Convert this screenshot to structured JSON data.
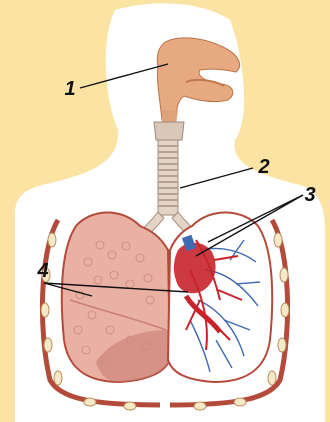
{
  "diagram": {
    "labels": [
      {
        "id": "1",
        "text": "1"
      },
      {
        "id": "2",
        "text": "2"
      },
      {
        "id": "3",
        "text": "3"
      },
      {
        "id": "4",
        "text": "4"
      }
    ],
    "colors": {
      "background_silhouette": "#FBE3A4",
      "body_interior": "#FFFFFF",
      "lung_tissue": "#E9B0A4",
      "lung_shadow": "#C97F73",
      "pleura": "#B34A3A",
      "airway": "#E7A97F",
      "trachea_rings": "#D7C6B5",
      "blood_vessels_red": "#C8232B",
      "blood_vessels_blue": "#3E6BB3",
      "leader_line": "#111111"
    }
  }
}
